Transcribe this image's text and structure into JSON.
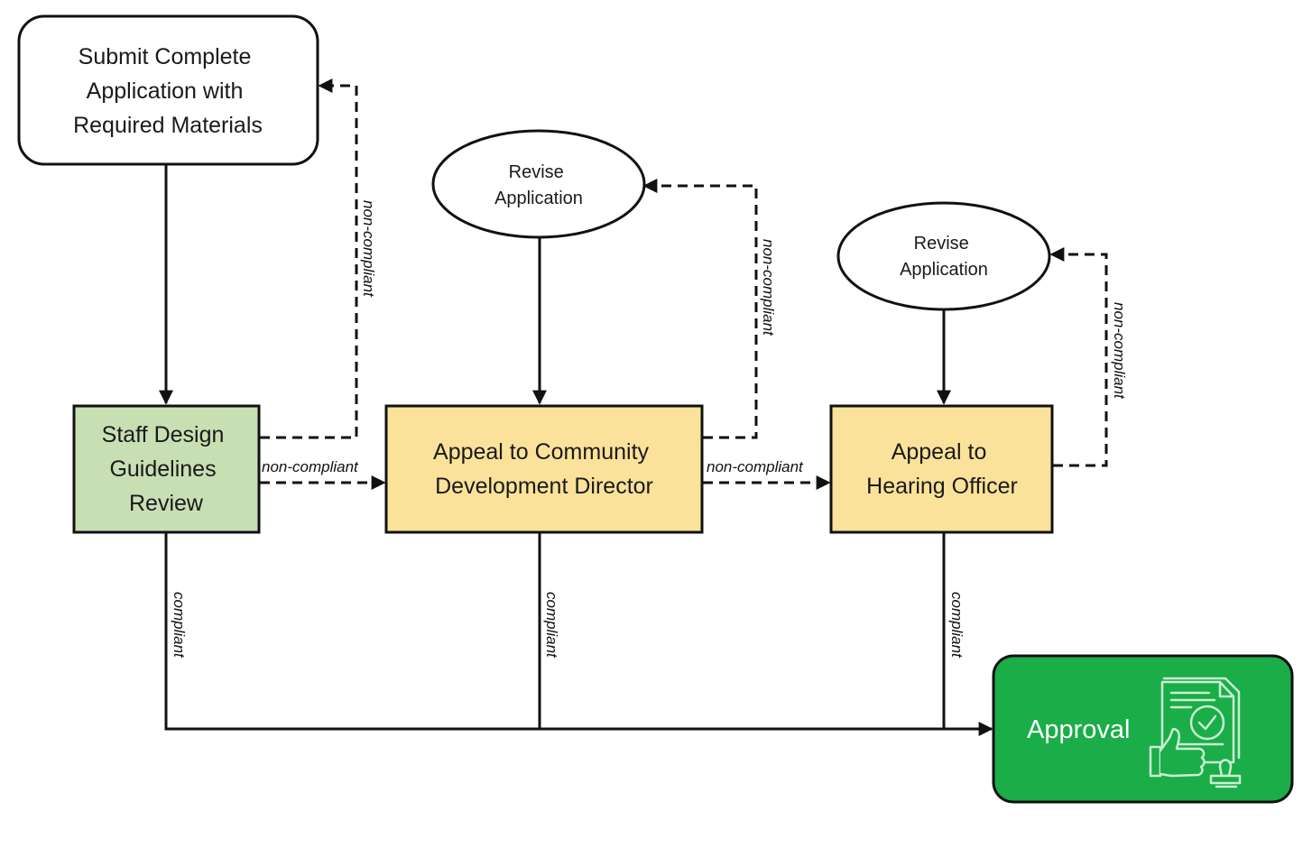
{
  "nodes": {
    "submit": {
      "lines": [
        "Submit Complete",
        "Application with",
        "Required Materials"
      ],
      "fill": "#ffffff"
    },
    "staff_review": {
      "lines": [
        "Staff Design",
        "Guidelines",
        "Review"
      ],
      "fill": "#c8dfb4"
    },
    "revise_1": {
      "lines": [
        "Revise",
        "Application"
      ],
      "fill": "#ffffff"
    },
    "revise_2": {
      "lines": [
        "Revise",
        "Application"
      ],
      "fill": "#ffffff"
    },
    "appeal_director": {
      "lines": [
        "Appeal to Community",
        "Development Director"
      ],
      "fill": "#fbe29a"
    },
    "appeal_hearing": {
      "lines": [
        "Appeal to",
        "Hearing Officer"
      ],
      "fill": "#fbe29a"
    },
    "approval": {
      "label": "Approval",
      "fill": "#1aad48",
      "icon": "approved-document-stamp-icon"
    }
  },
  "edge_labels": {
    "non_compliant": "non-compliant",
    "compliant": "compliant"
  },
  "colors": {
    "stroke": "#111111",
    "icon": "#c9efd2"
  }
}
